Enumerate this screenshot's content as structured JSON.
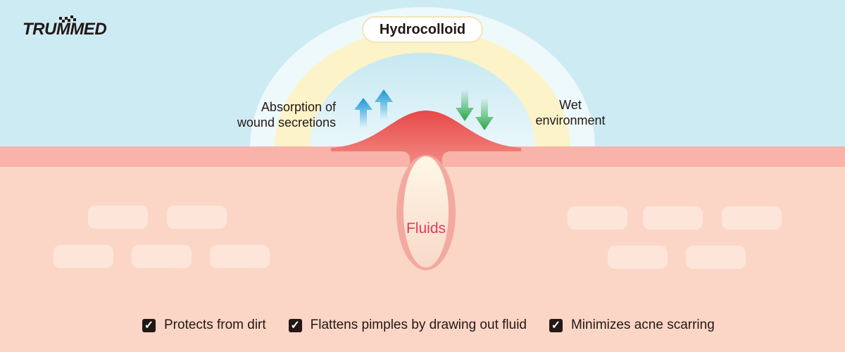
{
  "logo": "TRUMMED",
  "title": "Hydrocolloid",
  "labels": {
    "absorption_line1": "Absorption of",
    "absorption_line2": "wound secretions",
    "wet_line1": "Wet",
    "wet_line2": "environment",
    "fluids": "Fluids"
  },
  "benefits": [
    {
      "label": "Protects from dirt",
      "checked": true
    },
    {
      "label": "Flattens pimples by drawing out fluid",
      "checked": true
    },
    {
      "label": "Minimizes acne scarring",
      "checked": true
    }
  ],
  "colors": {
    "sky": "#cdebf3",
    "skin": "#fbd6c6",
    "skin_top": "#f8b3aa",
    "pimple": "#e84c4c",
    "up_arrow": "#1a96d8",
    "down_arrow": "#27a744"
  }
}
